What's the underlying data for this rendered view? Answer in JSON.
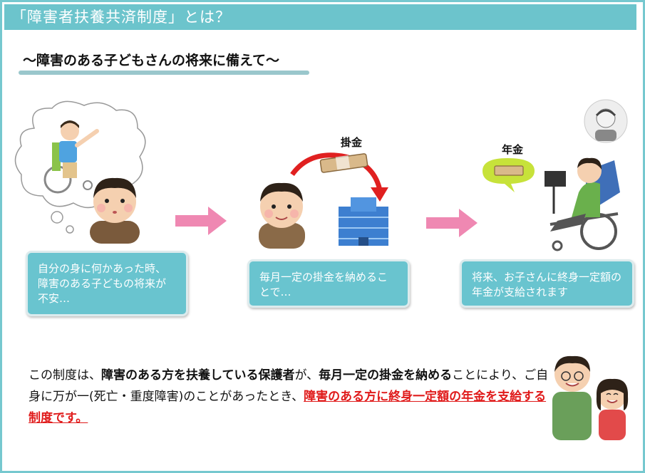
{
  "header": {
    "title": "「障害者扶養共済制度」とは？"
  },
  "subtitle": "〜障害のある子どもさんの将来に備えて〜",
  "steps": [
    {
      "text": "自分の身に何かあった時、障害のある子どもの将来が不安…"
    },
    {
      "label": "掛金",
      "text": "毎月一定の掛金を納めることで…"
    },
    {
      "label": "年金",
      "text": "将来、お子さんに終身一定額の年金が支給されます"
    }
  ],
  "paragraph": {
    "p1": "この制度は、",
    "p2": "障害のある方を扶養している保護者",
    "p3": "が、",
    "p4": "毎月一定の掛金を納める",
    "p5": "ことにより、ご自身に万が一(死亡・重度障害)のことがあったとき、",
    "p6": "障害のある方に終身一定額の年金を支給する制度です。"
  },
  "colors": {
    "accent": "#6cc4cc",
    "box": "#69c4cf",
    "arrow": "#ef88b2",
    "highlight": "#e01b1b"
  }
}
